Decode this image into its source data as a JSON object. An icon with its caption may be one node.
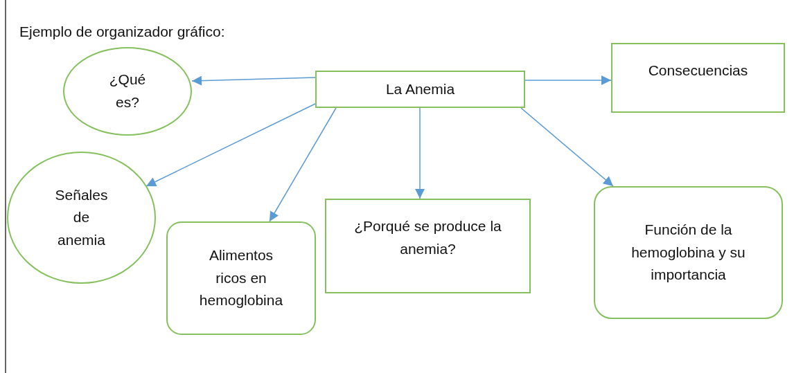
{
  "diagram": {
    "title": "Ejemplo de organizador gráfico:",
    "nodes": [
      {
        "text": [
          "La Anemia"
        ]
      },
      {
        "text": [
          "¿Qué es?"
        ]
      },
      {
        "text": [
          "Consecuencias"
        ]
      },
      {
        "text": [
          "Señales de anemia"
        ]
      },
      {
        "text": [
          "Alimentos ricos en hemoglobina"
        ]
      },
      {
        "text": [
          "¿Porqué se produce la anemia?"
        ]
      },
      {
        "text": [
          "Función de la hemoglobina y su importancia"
        ]
      }
    ],
    "edges": [
      {
        "from": 0,
        "to": 1,
        "arrow": "to"
      },
      {
        "from": 0,
        "to": 2,
        "arrow": "to"
      },
      {
        "from": 0,
        "to": 3,
        "arrow": "to"
      },
      {
        "from": 0,
        "to": 4,
        "arrow": "to"
      },
      {
        "from": 0,
        "to": 5,
        "arrow": "to"
      },
      {
        "from": 0,
        "to": 6,
        "arrow": "to"
      }
    ]
  }
}
